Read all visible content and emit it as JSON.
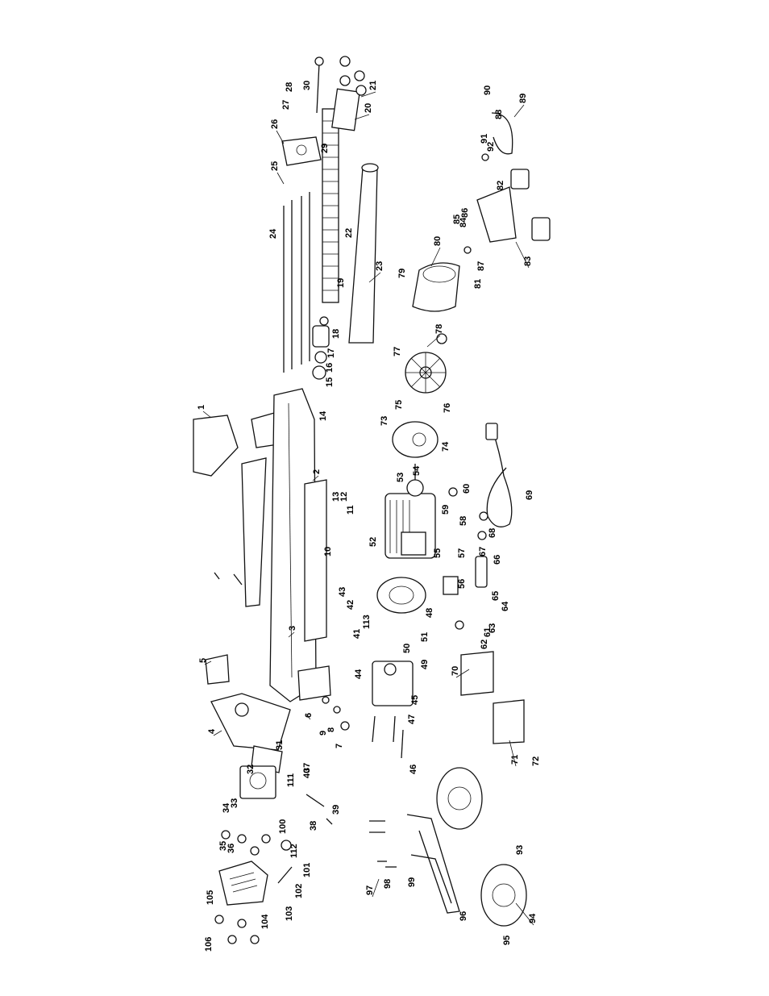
{
  "diagram": {
    "labels": [
      "1",
      "2",
      "3",
      "4",
      "5",
      "6",
      "7",
      "8",
      "9",
      "10",
      "11",
      "12",
      "13",
      "14",
      "15",
      "16",
      "17",
      "18",
      "19",
      "20",
      "21",
      "22",
      "23",
      "24",
      "25",
      "26",
      "27",
      "28",
      "29",
      "30",
      "31",
      "32",
      "33",
      "34",
      "35",
      "36",
      "37",
      "38",
      "39",
      "40",
      "41",
      "42",
      "43",
      "44",
      "45",
      "46",
      "47",
      "48",
      "49",
      "50",
      "51",
      "52",
      "53",
      "54",
      "55",
      "56",
      "57",
      "58",
      "59",
      "60",
      "61",
      "62",
      "63",
      "64",
      "65",
      "66",
      "67",
      "68",
      "69",
      "70",
      "71",
      "72",
      "73",
      "74",
      "75",
      "76",
      "77",
      "78",
      "79",
      "80",
      "81",
      "82",
      "83",
      "84",
      "85",
      "86",
      "87",
      "88",
      "89",
      "90",
      "91",
      "92",
      "93",
      "94",
      "95",
      "96",
      "97",
      "98",
      "99",
      "100",
      "101",
      "102",
      "103",
      "104",
      "105",
      "106",
      "111",
      "112",
      "113"
    ]
  }
}
